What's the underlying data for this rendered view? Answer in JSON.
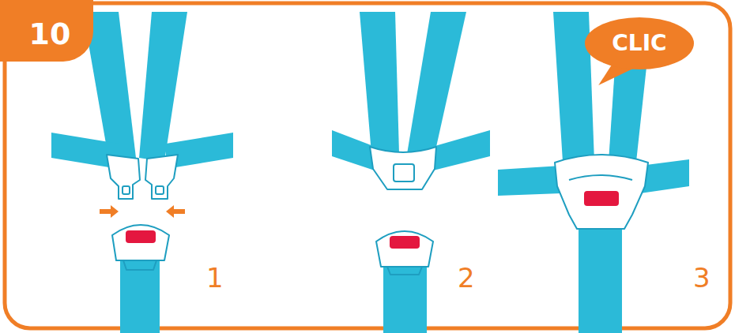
{
  "diagram": {
    "nodes": [
      {
        "text": [
          "10"
        ]
      },
      {
        "text": [
          "CLIC"
        ]
      }
    ],
    "labels": [
      "1",
      "2",
      "3"
    ]
  }
}
